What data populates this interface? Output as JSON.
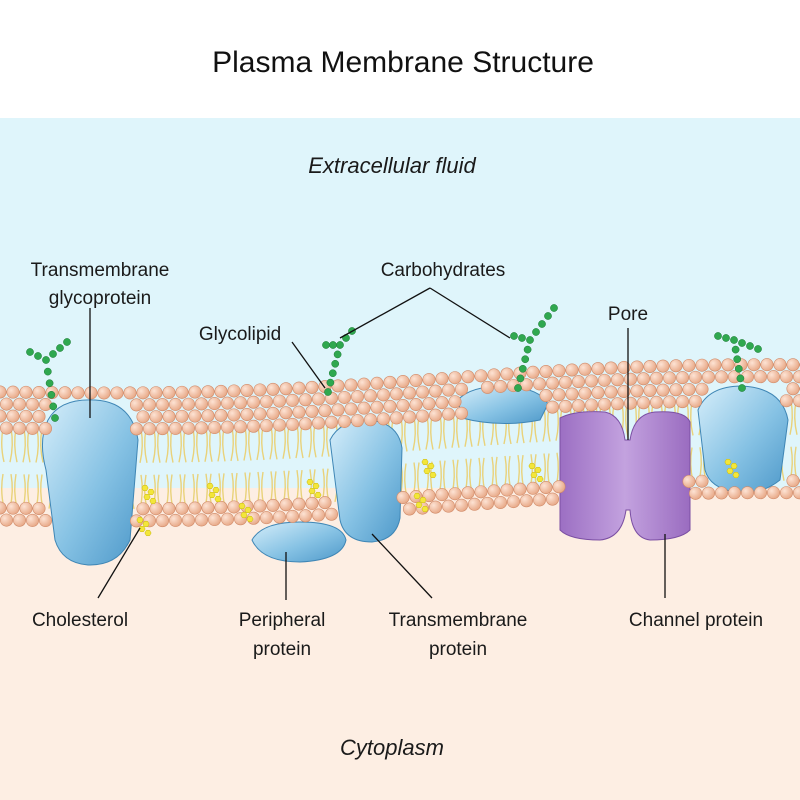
{
  "title": "Plasma Membrane Structure",
  "regions": {
    "extracellular": "Extracellular fluid",
    "cytoplasm": "Cytoplasm"
  },
  "labels": {
    "transmembrane_glycoprotein": [
      "Transmembrane",
      "glycoprotein"
    ],
    "carbohydrates": "Carbohydrates",
    "glycolipid": "Glycolipid",
    "pore": "Pore",
    "cholesterol": "Cholesterol",
    "peripheral_protein": [
      "Peripheral",
      "protein"
    ],
    "transmembrane_protein": [
      "Transmembrane",
      "protein"
    ],
    "channel_protein": "Channel protein"
  },
  "colors": {
    "extracellular_bg": "#dff5fb",
    "cytoplasm_bg": "#fdeee3",
    "phospholipid_head": "#f2b999",
    "lipid_tail": "#e9d27a",
    "protein_blue": "#8ec7e6",
    "channel_purple": "#b18ad0",
    "carbohydrate_green": "#2fa84f",
    "cholesterol_yellow": "#f3e63a"
  }
}
